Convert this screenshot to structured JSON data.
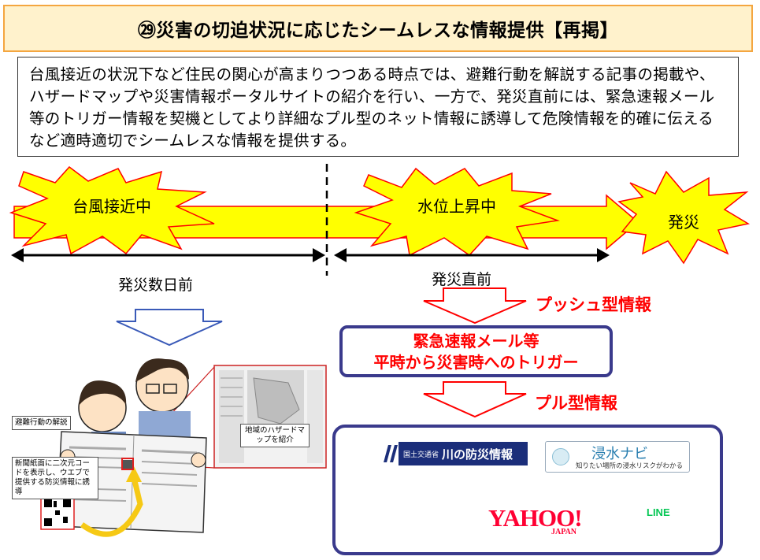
{
  "title": "㉙災害の切迫状況に応じたシームレスな情報提供【再掲】",
  "description": "台風接近の状況下など住民の関心が高まりつつある時点では、避難行動を解説する記事の掲載や、ハザードマップや災害情報ポータルサイトの紹介を行い、一方で、発災直前には、緊急速報メール等のトリガー情報を契機としてより詳細なプル型のネット情報に誘導して危険情報を的確に伝えるなど適時適切でシームレスな情報を提供する。",
  "timeline": {
    "burst1": "台風接近中",
    "burst2": "水位上昇中",
    "burst3": "発災",
    "period1": "発災数日前",
    "period2": "発災直前"
  },
  "push": {
    "label": "プッシュ型情報",
    "box_line1": "緊急速報メール等",
    "box_line2": "平時から災害時へのトリガー"
  },
  "pull": {
    "label": "プル型情報",
    "kawa_small": "国土交通省",
    "kawa_main": "川の防災情報",
    "shinsui_title": "浸水ナビ",
    "shinsui_sub": "知りたい場所の浸水リスクがわかる",
    "yahoo": "YAHOO!",
    "yahoo_sub": "JAPAN",
    "line": "LINE"
  },
  "newspaper": {
    "callout1": "避難行動の解説",
    "callout2": "新聞紙面に二次元コードを表示し、ウエブで提供する防災情報に誘導",
    "callout3": "地域のハザードマップを紹介"
  },
  "colors": {
    "burst_fill": "#ffff00",
    "burst_stroke": "#ff0000",
    "accent_red": "#ff0000",
    "box_border": "#3a3a8c",
    "title_bg": "#fff2cc",
    "title_border": "#f4a640"
  }
}
